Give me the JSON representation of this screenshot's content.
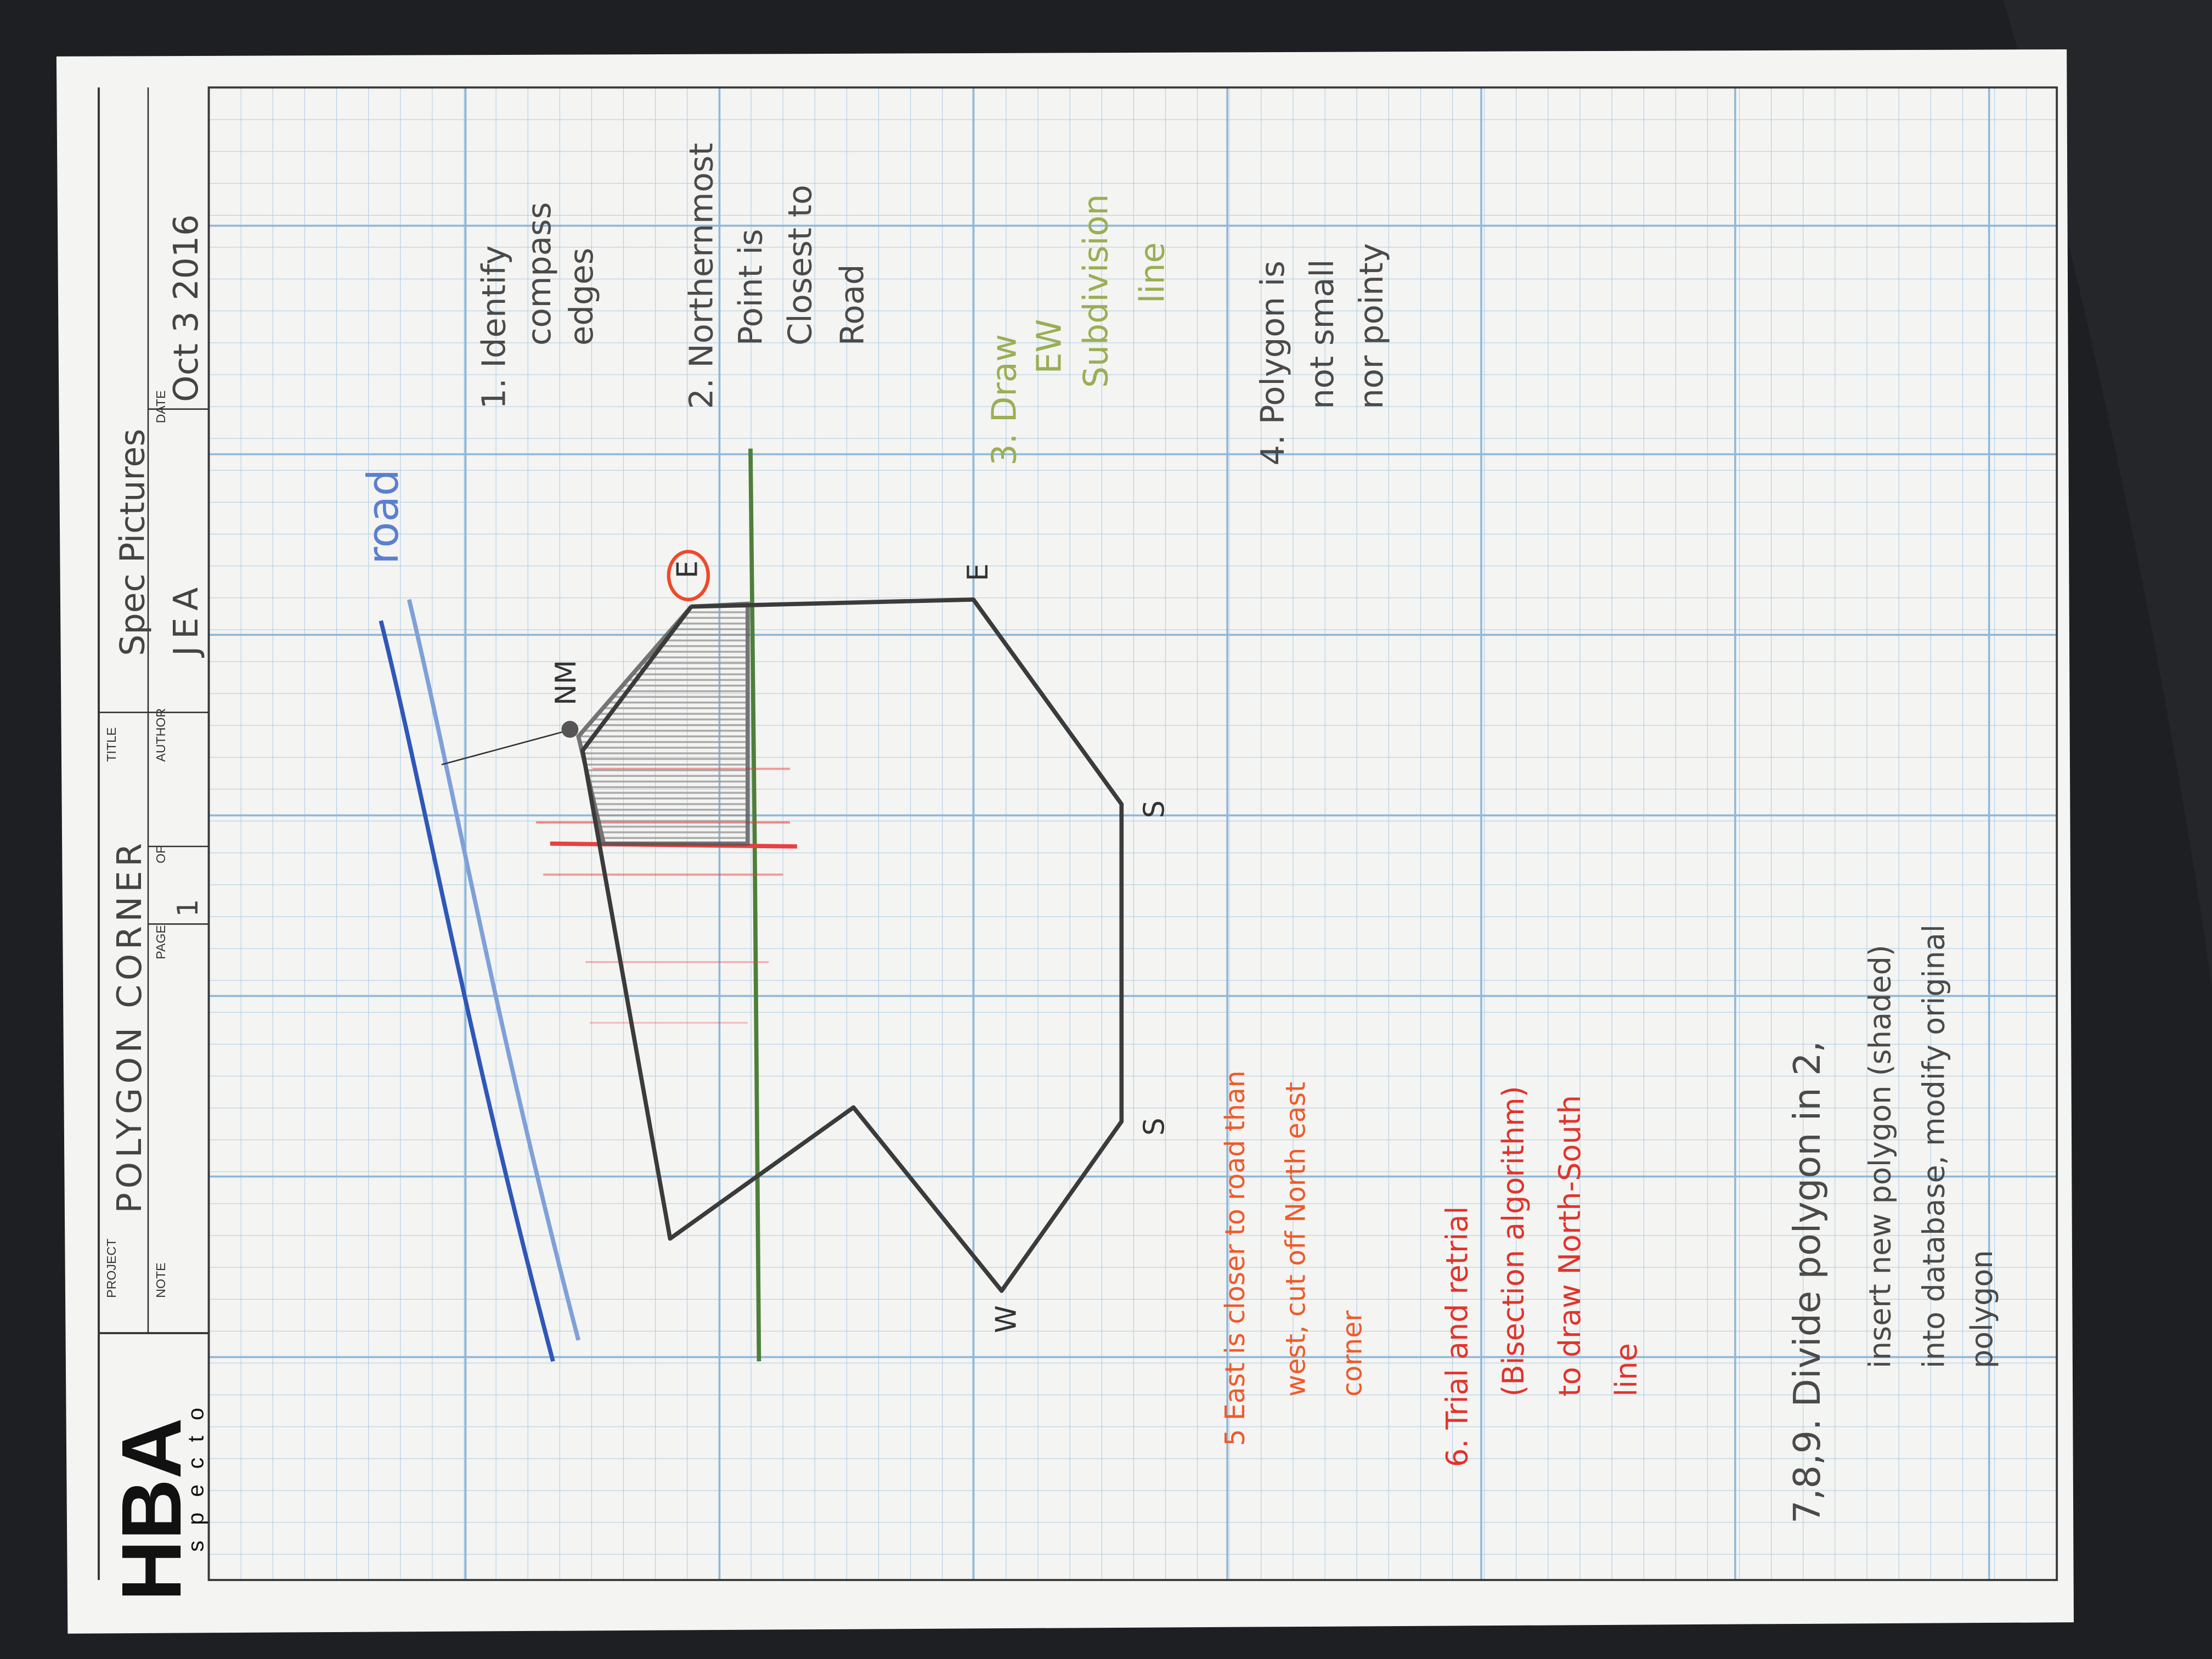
{
  "sheet": {
    "logo": {
      "main": "HBA",
      "sub": "specto"
    },
    "labels": {
      "project": "PROJECT",
      "note": "NOTE",
      "page": "PAGE",
      "of": "OF",
      "title": "TITLE",
      "author": "AUTHOR",
      "date": "DATE"
    },
    "values": {
      "project": "POLYGON CORNER",
      "page": "1",
      "title": "Spec Pictures",
      "author": "JEA",
      "date": "Oct 3 2016"
    }
  },
  "sketch": {
    "road_label": "road",
    "vertex_labels": {
      "nm": "NM",
      "ne": "E",
      "e": "E",
      "s1": "S",
      "s2": "S",
      "w": "W"
    }
  },
  "notes": {
    "n1": [
      "1. Identify",
      "compass",
      "edges"
    ],
    "n2": [
      "2. Northernmost",
      "Point is",
      "Closest to",
      "Road"
    ],
    "n3": [
      "3. Draw",
      "EW",
      "Subdivision",
      "line"
    ],
    "n4": [
      "4. Polygon is",
      "not small",
      "nor pointy"
    ],
    "n5": [
      "5 East is closer to road than",
      "west, cut off North east",
      "corner"
    ],
    "n6": [
      "6. Trial and retrial",
      "(Bisection algorithm)",
      "to draw North-South",
      "line"
    ],
    "n7": [
      "7,8,9. Divide polygon in 2,",
      "insert new polygon (shaded)",
      "into database, modify original",
      "polygon"
    ]
  },
  "colors": {
    "background": "#1e1f22",
    "paper": "#f4f4f2",
    "grid": "#8fb8d8",
    "pencil": "#3b3b3b",
    "road_blue": "#2f57b8",
    "green_line": "#4e7f3a",
    "red": "#e0342c",
    "orange": "#ee5a2a",
    "olive": "#9aae54"
  }
}
